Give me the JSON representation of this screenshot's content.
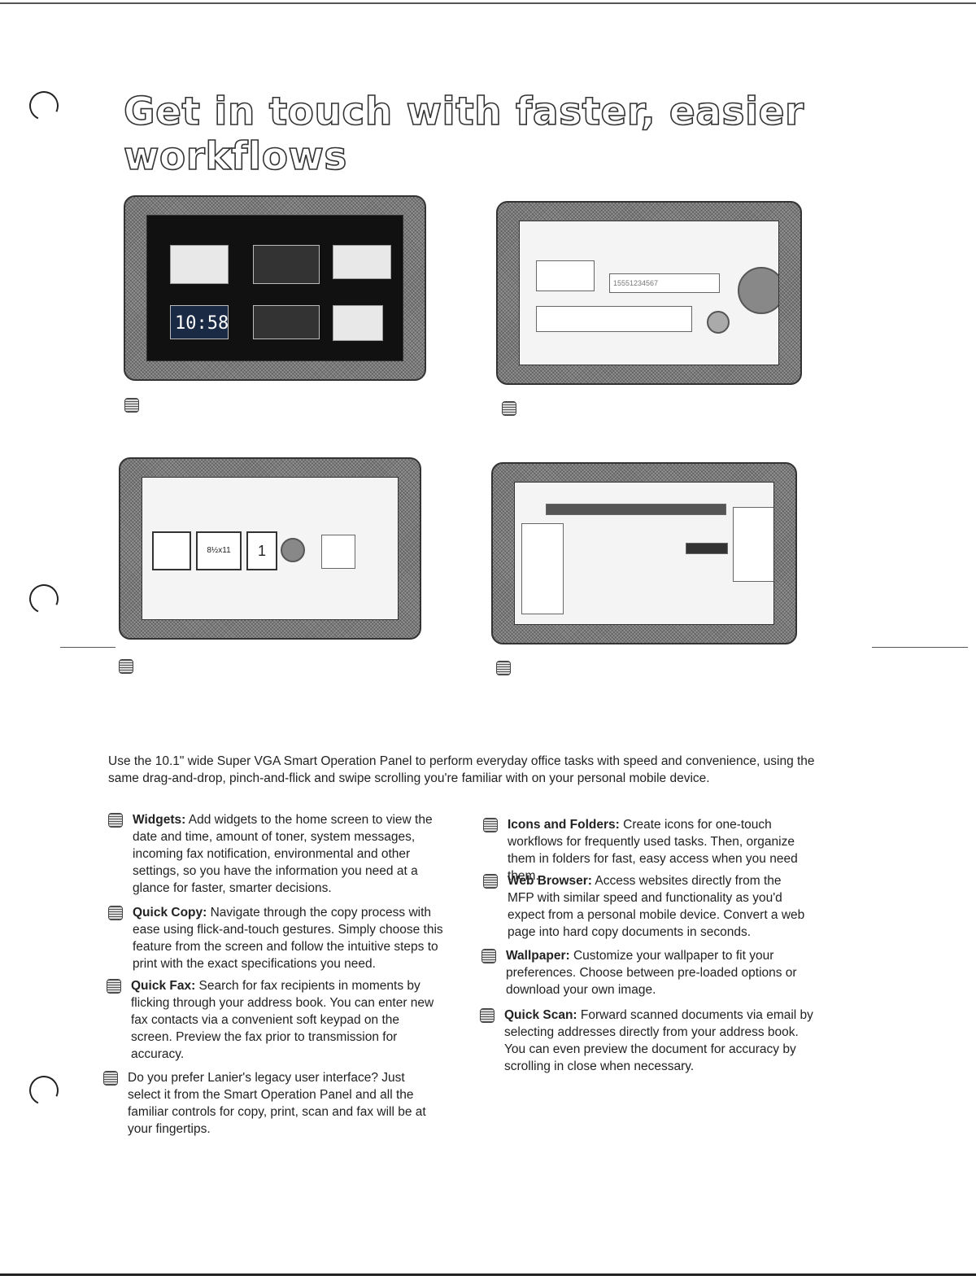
{
  "title": "Get in touch with faster, easier workflows",
  "screens": {
    "clock_text": "10:58",
    "fax_number": "15551234567",
    "copy_size": "8½x11",
    "copy_quantity": "1"
  },
  "intro": "Use the 10.1\" wide Super VGA Smart Operation Panel to perform everyday office tasks with speed and convenience, using the same drag-and-drop, pinch-and-flick and swipe scrolling you're familiar with on your personal mobile device.",
  "features_left": [
    {
      "heading": "Widgets:",
      "body": " Add widgets to the home screen to view the date and time, amount of toner, system messages, incoming fax notification, environmental and other settings, so you have the information you need at a glance for faster, smarter decisions."
    },
    {
      "heading": "Quick Copy:",
      "body": " Navigate through the copy process with ease using flick-and-touch gestures. Simply choose this feature from the screen and follow the intuitive steps to print with the exact specifications you need."
    },
    {
      "heading": "Quick Fax:",
      "body": " Search for fax recipients in moments by flicking through your address book. You can enter new fax contacts via a convenient soft keypad on the screen. Preview the fax prior to transmission for accuracy."
    },
    {
      "heading": "",
      "body": "Do you prefer Lanier's legacy user interface? Just select it from the Smart Operation Panel and all the familiar controls for copy, print, scan and fax will be at your fingertips."
    }
  ],
  "features_right": [
    {
      "heading": "Icons and Folders:",
      "body": " Create icons for one-touch workflows for frequently used tasks. Then, organize them in folders for fast, easy access when you need them."
    },
    {
      "heading": "Web Browser:",
      "body": " Access websites directly from the MFP with similar speed and functionality as you'd expect from a personal mobile device. Convert a web page into hard copy documents in seconds."
    },
    {
      "heading": "Wallpaper:",
      "body": " Customize your wallpaper to fit your preferences. Choose between pre-loaded options or download your own image."
    },
    {
      "heading": "Quick Scan:",
      "body": " Forward scanned documents via email by selecting addresses directly from your address book. You can even preview the document for accuracy by scrolling in close when necessary."
    }
  ]
}
